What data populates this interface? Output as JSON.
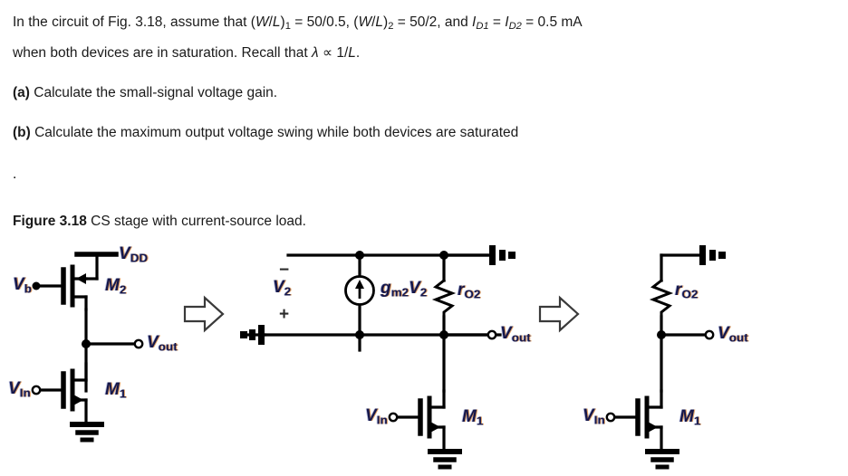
{
  "problem": {
    "line1_a": "In the circuit of Fig. 3.18, assume that (",
    "line1_W1": "W",
    "line1_slash1": "/",
    "line1_L1": "L",
    "line1_b": ")",
    "line1_sub1": "1",
    "line1_c": " = 50/0.5, (",
    "line1_W2": "W",
    "line1_slash2": "/",
    "line1_L2": "L",
    "line1_d": ")",
    "line1_sub2": "2",
    "line1_e": " = 50/2, and ",
    "line1_I1": "I",
    "line1_I1sub": "D1",
    "line1_f": " = ",
    "line1_I2": "I",
    "line1_I2sub": "D2",
    "line1_g": " = 0.5 mA",
    "line2_a": "when both devices are in saturation. Recall that ",
    "line2_lambda": "λ",
    "line2_b": " ∝ 1/",
    "line2_L": "L",
    "line2_c": ".",
    "part_a_label": "(a)",
    "part_a_text": " Calculate the small-signal voltage gain.",
    "part_b_label": "(b)",
    "part_b_text": " Calculate the maximum output voltage swing while both devices are saturated",
    "stray_period": ".",
    "figure_label": "Figure 3.18",
    "figure_caption": " CS stage with current-source load."
  },
  "figure": {
    "circuit1": {
      "name": "CS stage with current-source load",
      "vdd_label": "V",
      "vdd_sub": "DD",
      "vb_label": "V",
      "vb_sub": "b",
      "m2_label": "M",
      "m2_sub": "2",
      "vout_label": "V",
      "vout_sub": "out",
      "vin_label": "V",
      "vin_sub": "In",
      "m1_label": "M",
      "m1_sub": "1"
    },
    "circuit2": {
      "name": "small-signal model with gm2V2 source and rO2",
      "v2_label": "V",
      "v2_sub": "2",
      "minus_sign": "−",
      "plus_sign": "+",
      "gm_g": "g",
      "gm_sub": "m2",
      "gm_v": "V",
      "gm_vsub": "2",
      "ro2_r": "r",
      "ro2_sub": "O2",
      "vout_label": "V",
      "vout_sub": "out",
      "vin_label": "V",
      "vin_sub": "In",
      "m1_label": "M",
      "m1_sub": "1"
    },
    "circuit3": {
      "name": "simplified model with rO2 load",
      "ro2_r": "r",
      "ro2_sub": "O2",
      "vout_label": "V",
      "vout_sub": "out",
      "vin_label": "V",
      "vin_sub": "In",
      "m1_label": "M",
      "m1_sub": "1"
    },
    "arrow1": "right-arrow",
    "arrow2": "right-arrow"
  },
  "colors": {
    "label_text": "#15174a",
    "label_fringe": "#d67e2c",
    "wire": "#000000",
    "body_text": "#1a1a1a",
    "background": "#ffffff"
  }
}
